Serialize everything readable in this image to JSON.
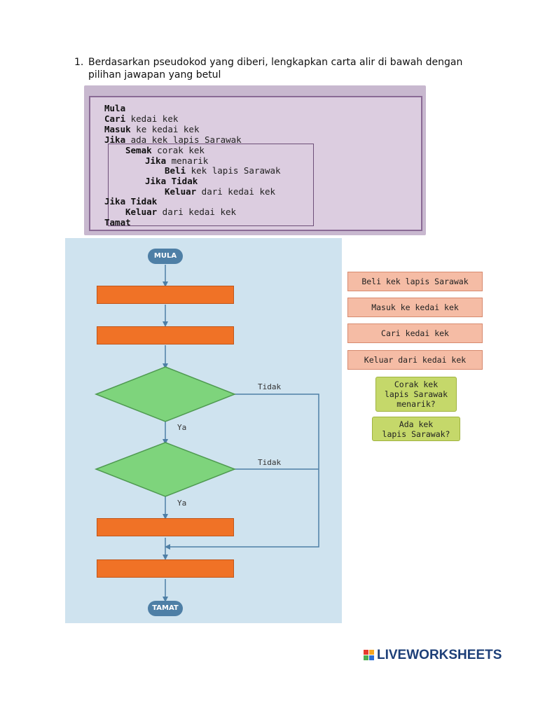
{
  "question": {
    "number": "1.",
    "text": "Berdasarkan pseudokod yang diberi, lengkapkan carta alir di bawah dengan pilihan jawapan yang betul"
  },
  "pseudocode": {
    "lines": [
      {
        "kw": "Mula",
        "rest": ""
      },
      {
        "kw": "Cari",
        "rest": " kedai kek"
      },
      {
        "kw": "Masuk",
        "rest": " ke kedai kek"
      },
      {
        "kw": "Jika",
        "rest": " ada kek lapis Sarawak"
      },
      {
        "kw": "Semak",
        "rest": " corak kek"
      },
      {
        "kw": "Jika",
        "rest": " menarik"
      },
      {
        "kw": "Beli",
        "rest": " kek lapis Sarawak"
      },
      {
        "kw": "Jika Tidak",
        "rest": ""
      },
      {
        "kw": "Keluar",
        "rest": " dari kedai kek"
      },
      {
        "kw": "Jika Tidak",
        "rest": ""
      },
      {
        "kw": "Keluar",
        "rest": " dari kedai kek"
      },
      {
        "kw": "Tamat",
        "rest": ""
      }
    ]
  },
  "flowchart": {
    "start": "MULA",
    "end": "TAMAT",
    "yes_label": "Ya",
    "no_label": "Tidak"
  },
  "choices": {
    "c1": "Beli kek lapis Sarawak",
    "c2": "Masuk ke kedai kek",
    "c3": "Cari kedai kek",
    "c4": "Keluar dari kedai kek",
    "c5": "Corak kek\nlapis Sarawak\nmenarik?",
    "c6": "Ada kek\nlapis Sarawak?"
  },
  "brand": {
    "name": "LIVEWORKSHEETS",
    "colors": [
      "#e63b2e",
      "#f5a623",
      "#4caf50",
      "#2d6fd6"
    ]
  }
}
